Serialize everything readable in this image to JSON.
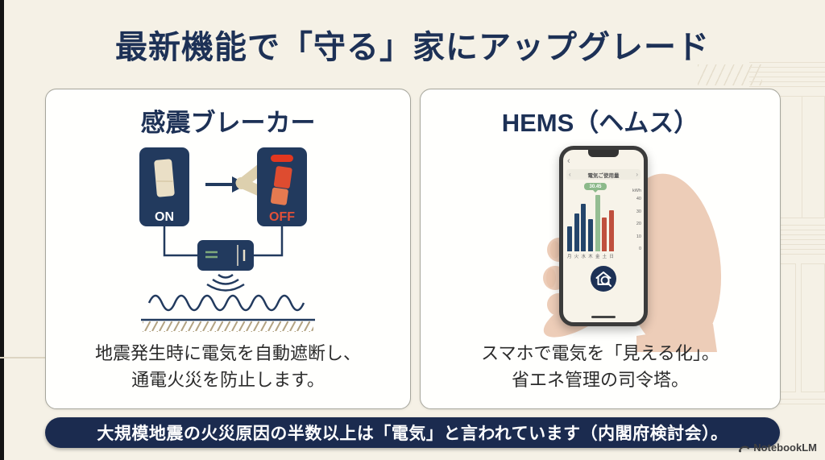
{
  "slide": {
    "title": "最新機能で「守る」家にアップグレード",
    "banner": "大規模地震の火災原因の半数以上は「電気」と言われています（内閣府検討会）。",
    "watermark": "NotebookLM"
  },
  "breaker_card": {
    "title": "感震ブレーカー",
    "on_label": "ON",
    "off_label": "OFF",
    "caption": [
      "地震発生時に電気を自動遮断し、",
      "通電火災を防止します。"
    ]
  },
  "hems_card": {
    "title": "HEMS（ヘムス）",
    "caption": [
      "スマホで電気を「見える化」。",
      "省エネ管理の司令塔。"
    ],
    "phone": {
      "back_chevron": "‹",
      "prev_chevron": "‹",
      "next_chevron": "›",
      "app_header": "電気ご使用量",
      "badge_value": "30.45",
      "unit_label": "kWh",
      "y_ticks": [
        "40",
        "30",
        "20",
        "10",
        "0"
      ],
      "x_labels": [
        "月",
        "火",
        "水",
        "木",
        "金",
        "土",
        "日"
      ],
      "chart_data": {
        "type": "bar",
        "categories": [
          "月",
          "火",
          "水",
          "木",
          "金",
          "土",
          "日"
        ],
        "values": [
          18,
          27,
          34,
          23,
          40,
          24,
          29
        ],
        "colors": [
          "#24456b",
          "#24456b",
          "#24456b",
          "#24456b",
          "#94bd92",
          "#bf4f3e",
          "#bf4f3e"
        ],
        "ylabel": "kWh",
        "ylim": [
          0,
          40
        ]
      }
    }
  },
  "colors": {
    "navy": "#1d3156",
    "banner_bg": "#1b2b4f",
    "background": "#f5f1e6",
    "card_bg": "#fffffd",
    "accent_green": "#94bd92",
    "accent_red": "#bf4f3e"
  }
}
